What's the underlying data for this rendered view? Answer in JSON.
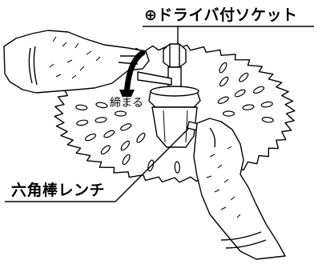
{
  "labels": {
    "socket": "⊕ドライバ付ソケット",
    "tighten": "締まる",
    "wrench": "六角棒レンチ"
  },
  "colors": {
    "line": "#000000",
    "background": "#ffffff"
  },
  "icons": {
    "rotation": "curved-arrow-icon"
  }
}
